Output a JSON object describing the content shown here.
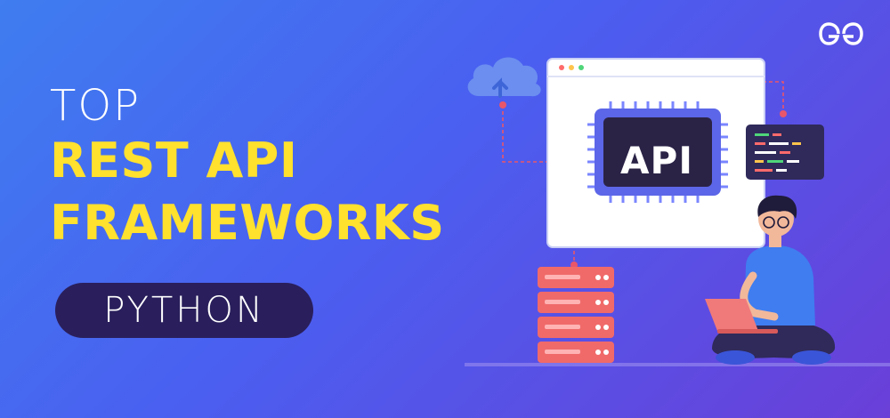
{
  "headline": {
    "line1": "TOP",
    "line2": "REST API",
    "line3": "FRAMEWORKS"
  },
  "badge": {
    "label": "PYTHON"
  },
  "illustration": {
    "chip_label": "API"
  },
  "colors": {
    "accent_yellow": "#ffe12e",
    "pill_bg": "#2a1f5c",
    "chip_dark": "#2b2346",
    "server_red": "#f06a6a",
    "dashed_line": "#e8566a"
  },
  "icons": [
    "geeksforgeeks-logo-icon",
    "cloud-upload-icon",
    "api-chip-icon",
    "code-window-icon",
    "server-stack-icon",
    "person-with-laptop-icon"
  ]
}
